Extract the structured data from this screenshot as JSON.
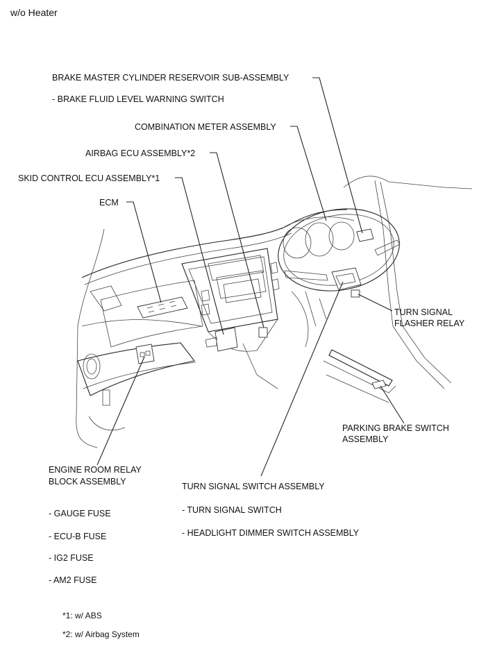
{
  "header": {
    "variant": "w/o Heater"
  },
  "labels": {
    "brake_master": "BRAKE MASTER CYLINDER RESERVOIR SUB-ASSEMBLY",
    "brake_fluid_switch": "- BRAKE FLUID LEVEL WARNING SWITCH",
    "combination_meter": "COMBINATION METER ASSEMBLY",
    "airbag_ecu": "AIRBAG ECU ASSEMBLY*2",
    "skid_control_ecu": "SKID CONTROL ECU ASSEMBLY*1",
    "ecm": "ECM",
    "turn_signal_flasher_l1": "TURN SIGNAL",
    "turn_signal_flasher_l2": "FLASHER RELAY",
    "parking_brake_l1": "PARKING BRAKE SWITCH",
    "parking_brake_l2": "ASSEMBLY",
    "engine_room_relay_l1": "ENGINE ROOM RELAY",
    "engine_room_relay_l2": "BLOCK ASSEMBLY",
    "turn_signal_switch": "TURN SIGNAL SWITCH ASSEMBLY",
    "turn_signal_switch_sub": "- TURN SIGNAL SWITCH",
    "headlight_dimmer": "- HEADLIGHT DIMMER SWITCH ASSEMBLY"
  },
  "fuses": [
    "- GAUGE FUSE",
    "- ECU-B FUSE",
    "- IG2 FUSE",
    "- AM2 FUSE"
  ],
  "footnotes": [
    "*1: w/ ABS",
    "*2: w/ Airbag System"
  ]
}
